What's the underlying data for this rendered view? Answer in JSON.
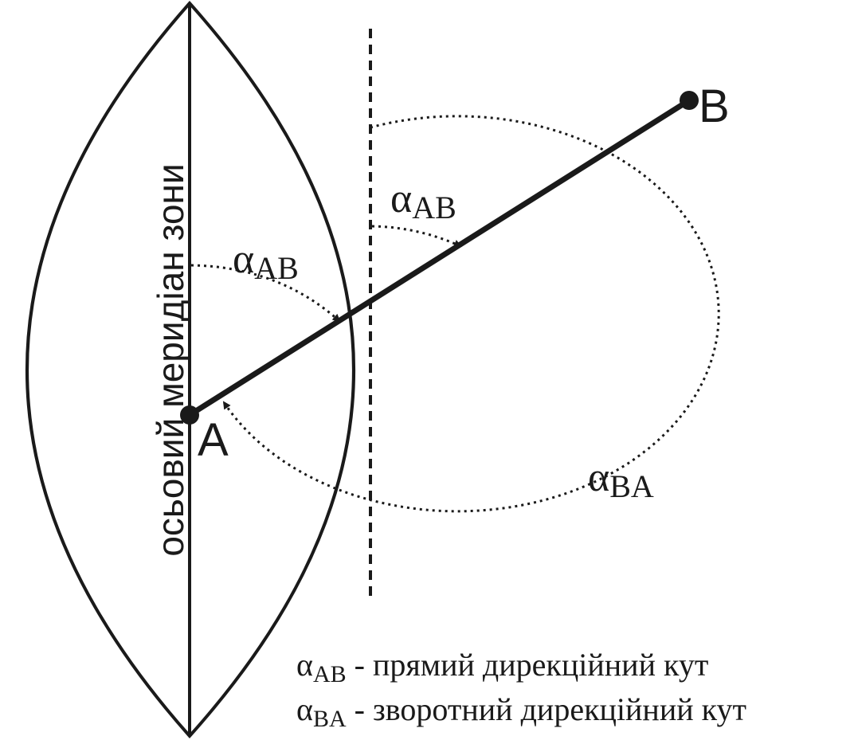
{
  "meridian_label": "осьовий меридіан зони",
  "points": {
    "a": "A",
    "b": "B"
  },
  "angles": {
    "alpha_symbol": "α",
    "ab_subscript": "AB",
    "ba_subscript": "BA"
  },
  "legend": {
    "direct": {
      "symbol": "α",
      "subscript": "AB",
      "text": " - прямий дирекційний кут"
    },
    "reverse": {
      "symbol": "α",
      "subscript": "BA",
      "text": " - зворотний дирекційний кут"
    }
  },
  "colors": {
    "ink": "#1a1a1a",
    "background": "#ffffff"
  }
}
